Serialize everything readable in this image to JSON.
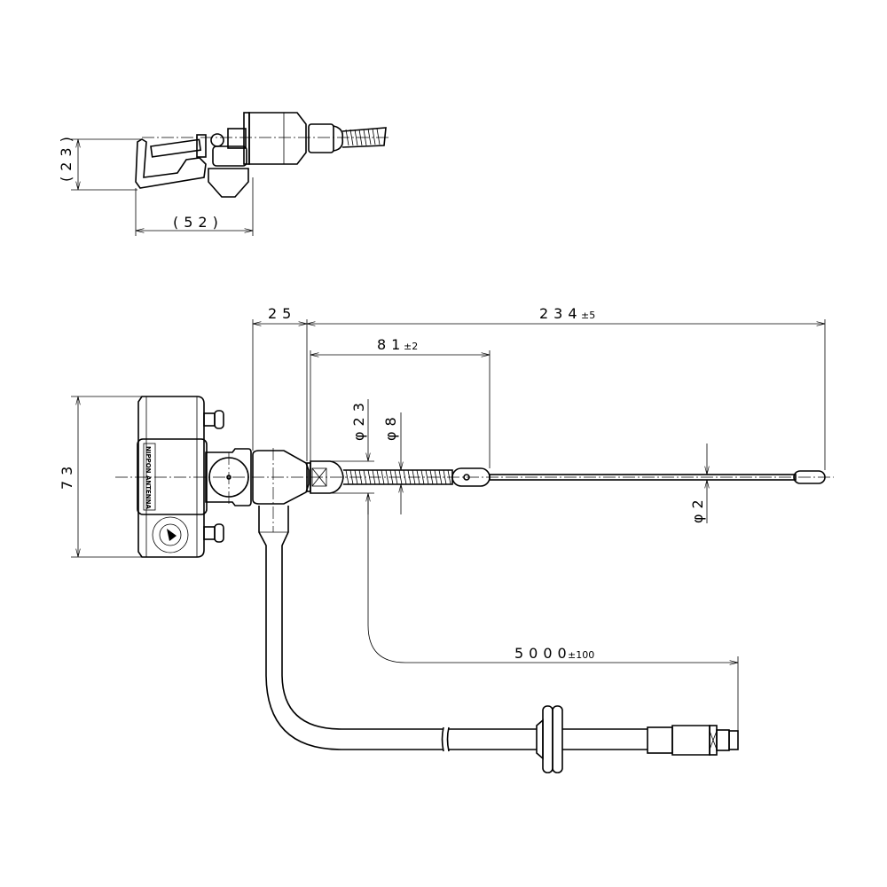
{
  "drawing": {
    "top_view": {
      "dim_height": "(23)",
      "dim_width": "(52)"
    },
    "front_view": {
      "dim_mount_offset": "25",
      "dim_total_length": "234",
      "dim_total_tol": "±5",
      "dim_spring_length": "81",
      "dim_spring_tol": "±2",
      "dim_fitting_dia": "φ23",
      "dim_spring_dia": "φ8",
      "dim_rod_dia": "φ2",
      "dim_bracket_height": "73",
      "dim_cable_length": "5000",
      "dim_cable_tol": "±100",
      "logo_text": "NIPPON ANTENNA"
    }
  }
}
